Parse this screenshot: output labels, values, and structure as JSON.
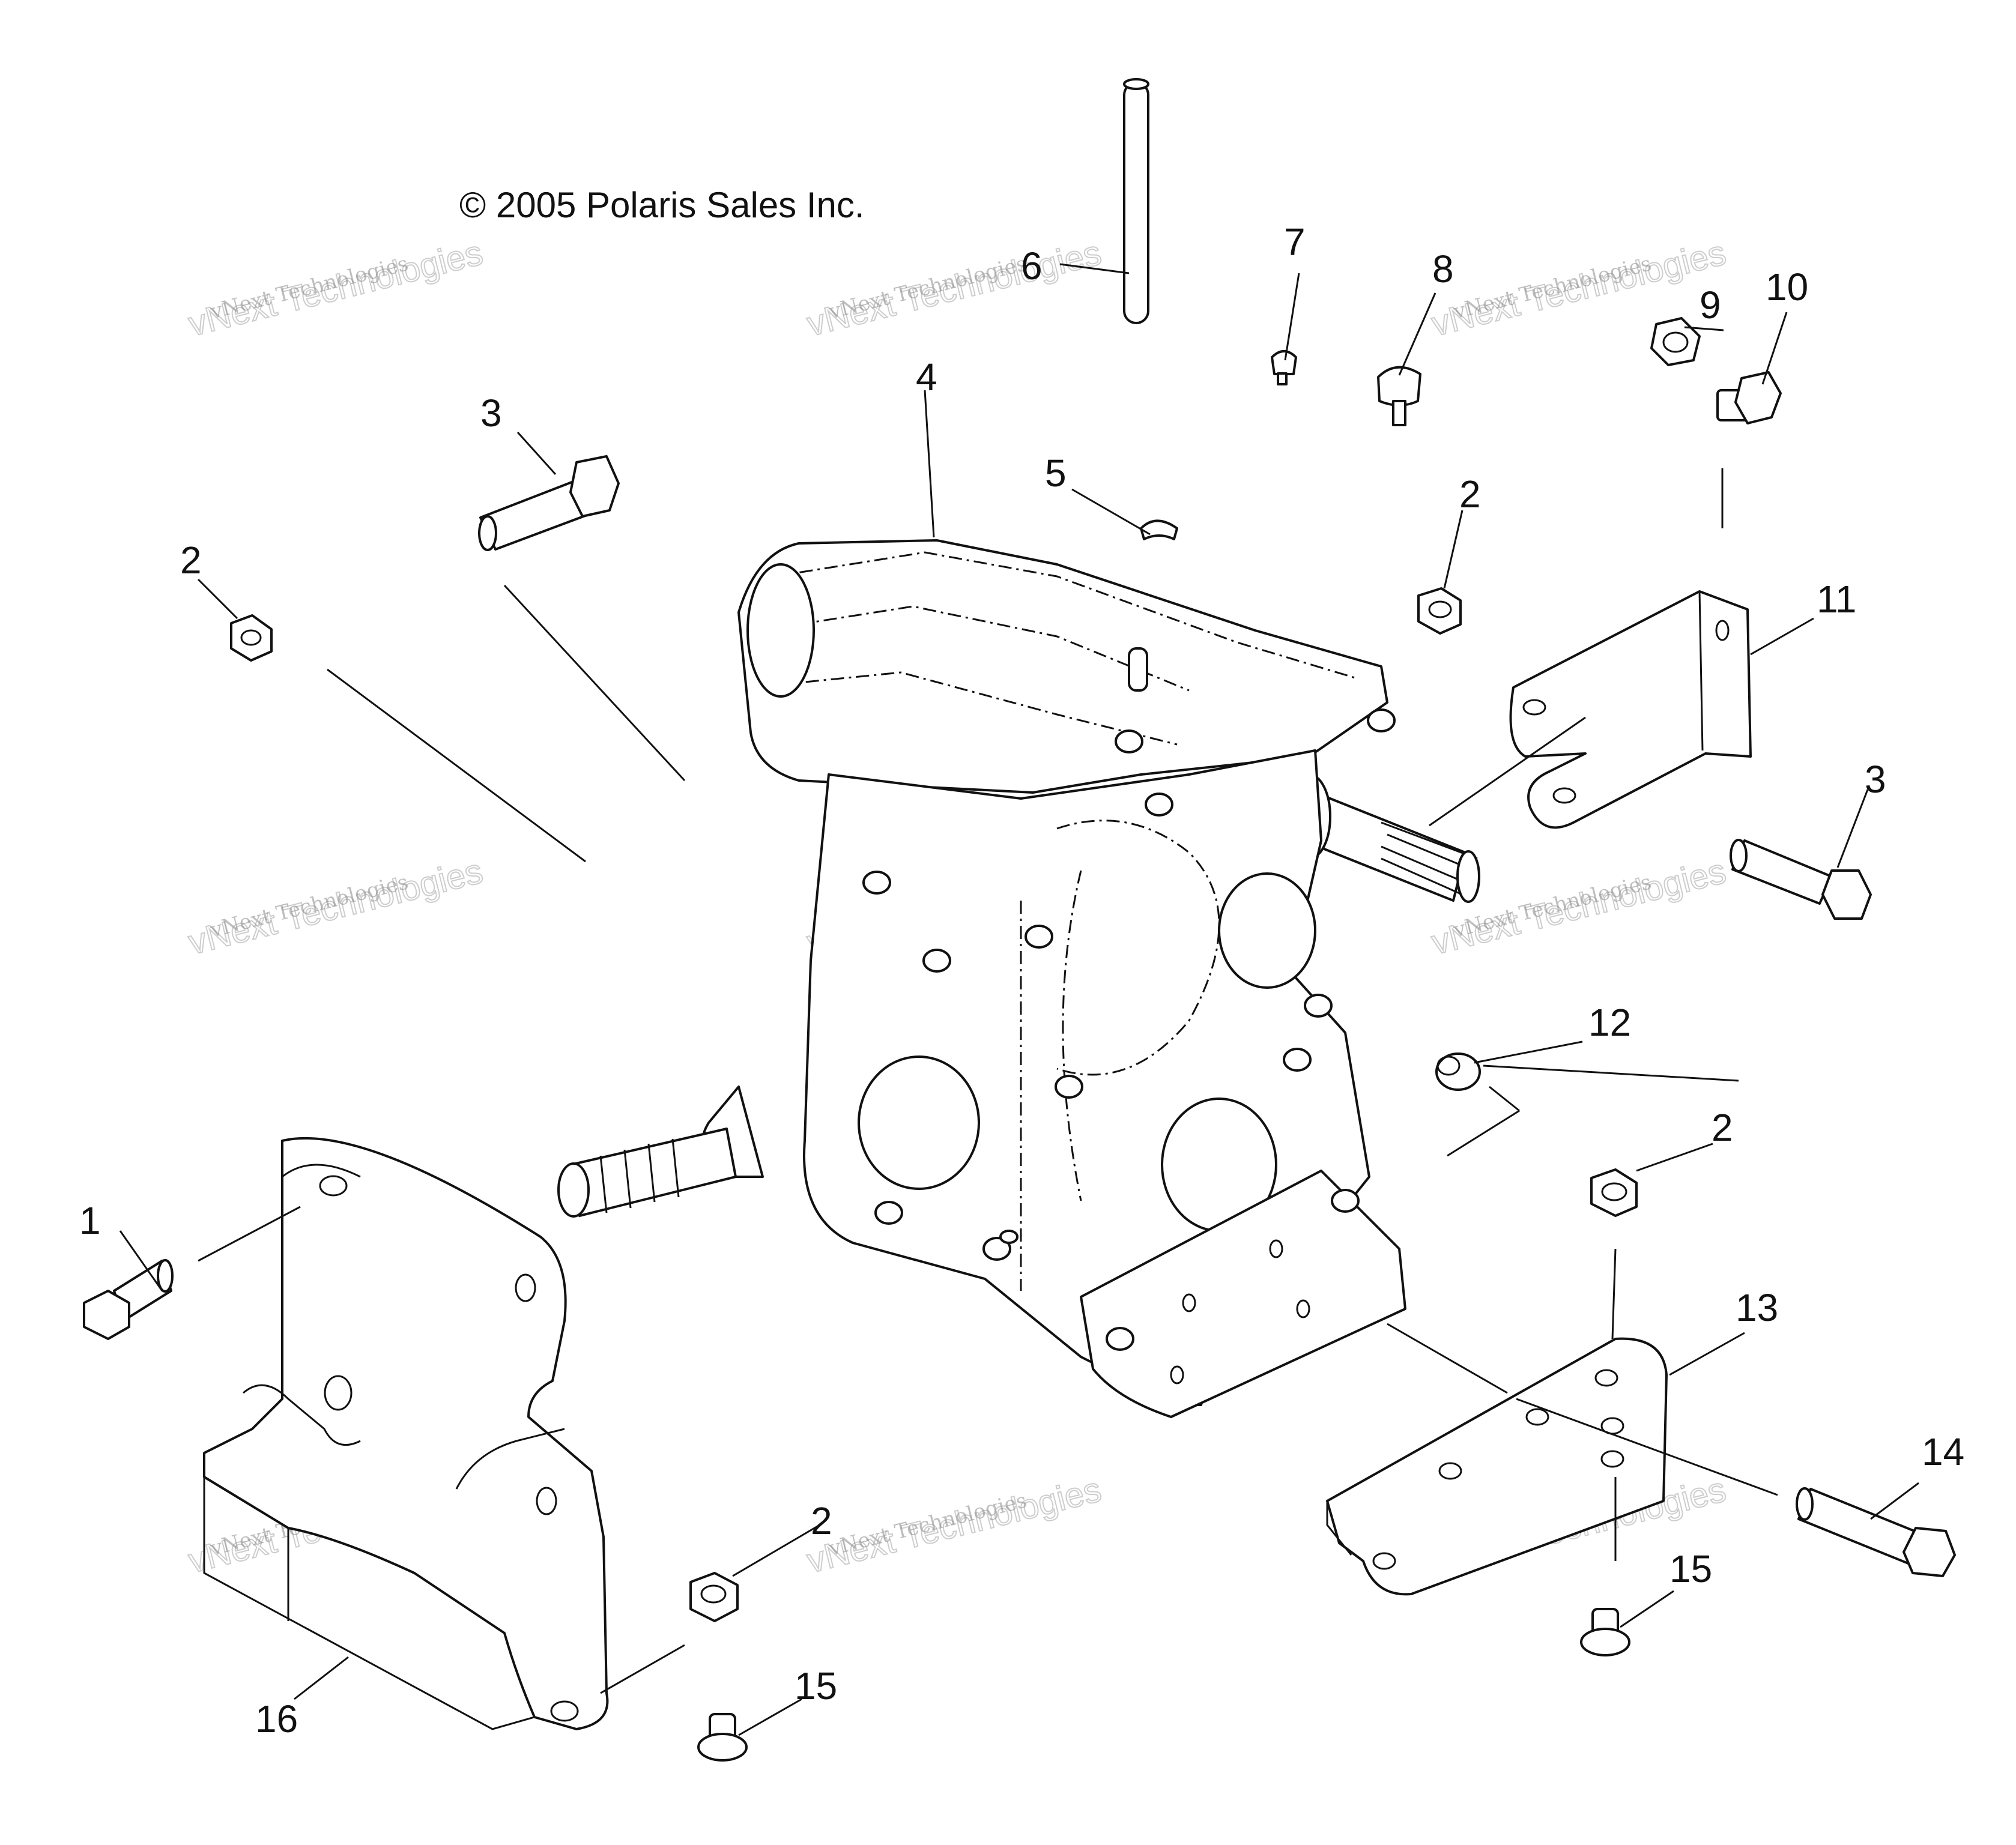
{
  "copyright": "© 2005 Polaris Sales Inc.",
  "watermark": {
    "line1": "vNext Technologies",
    "line2": "vNext Technologies"
  },
  "callouts": {
    "c1": "1",
    "c2a": "2",
    "c2b": "2",
    "c2c": "2",
    "c2d": "2",
    "c3a": "3",
    "c3b": "3",
    "c4": "4",
    "c5": "5",
    "c6": "6",
    "c7": "7",
    "c8": "8",
    "c9": "9",
    "c10": "10",
    "c11": "11",
    "c12": "12",
    "c13": "13",
    "c14": "14",
    "c15a": "15",
    "c15b": "15",
    "c16": "16"
  }
}
